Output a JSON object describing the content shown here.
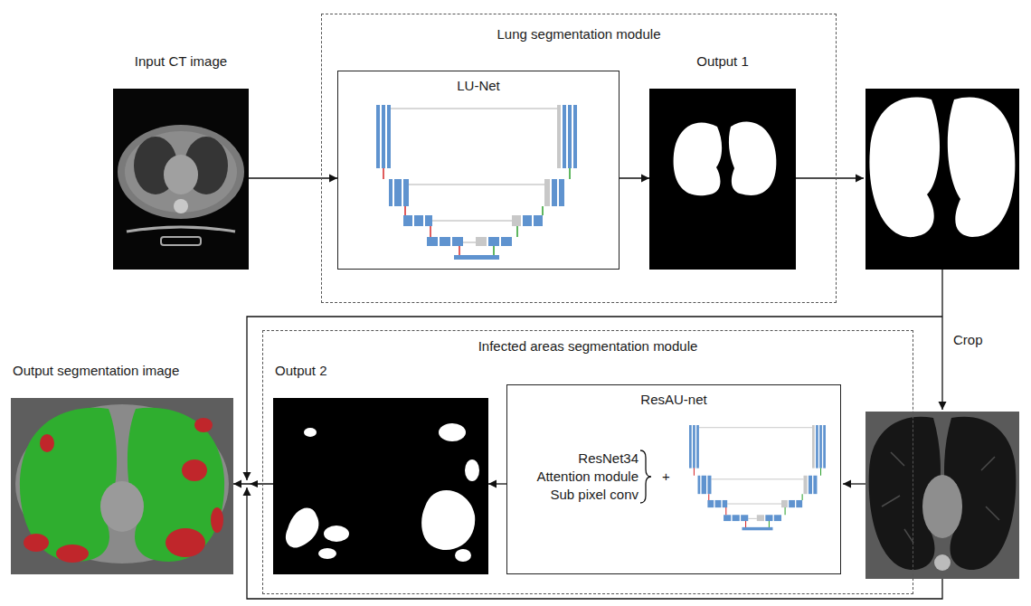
{
  "diagram": {
    "nodes": [
      {
        "text": [
          "Input CT image"
        ]
      },
      {
        "text": [
          "Lung segmentation module"
        ]
      },
      {
        "text": [
          "LU-Net"
        ],
        "in": 1
      },
      {
        "text": [
          "Output 1"
        ],
        "in": 1
      },
      {
        "text": [
          "Output segmentation image"
        ]
      },
      {
        "text": [
          "Infected areas segmentation module"
        ]
      },
      {
        "text": [
          "Output 2"
        ],
        "in": 5
      },
      {
        "text": [
          "ResAU-net",
          "ResNet34",
          "Attention module",
          "Sub pixel conv",
          "+"
        ],
        "in": 5
      }
    ],
    "edges": [
      {
        "from": 0,
        "to": 2,
        "arrow": "to"
      },
      {
        "from": 2,
        "to": 3,
        "arrow": "to"
      },
      {
        "from": 7,
        "to": 6,
        "arrow": "to"
      },
      {
        "from": 6,
        "to": 4,
        "arrow": "to"
      }
    ],
    "labels": [
      "Crop"
    ]
  }
}
